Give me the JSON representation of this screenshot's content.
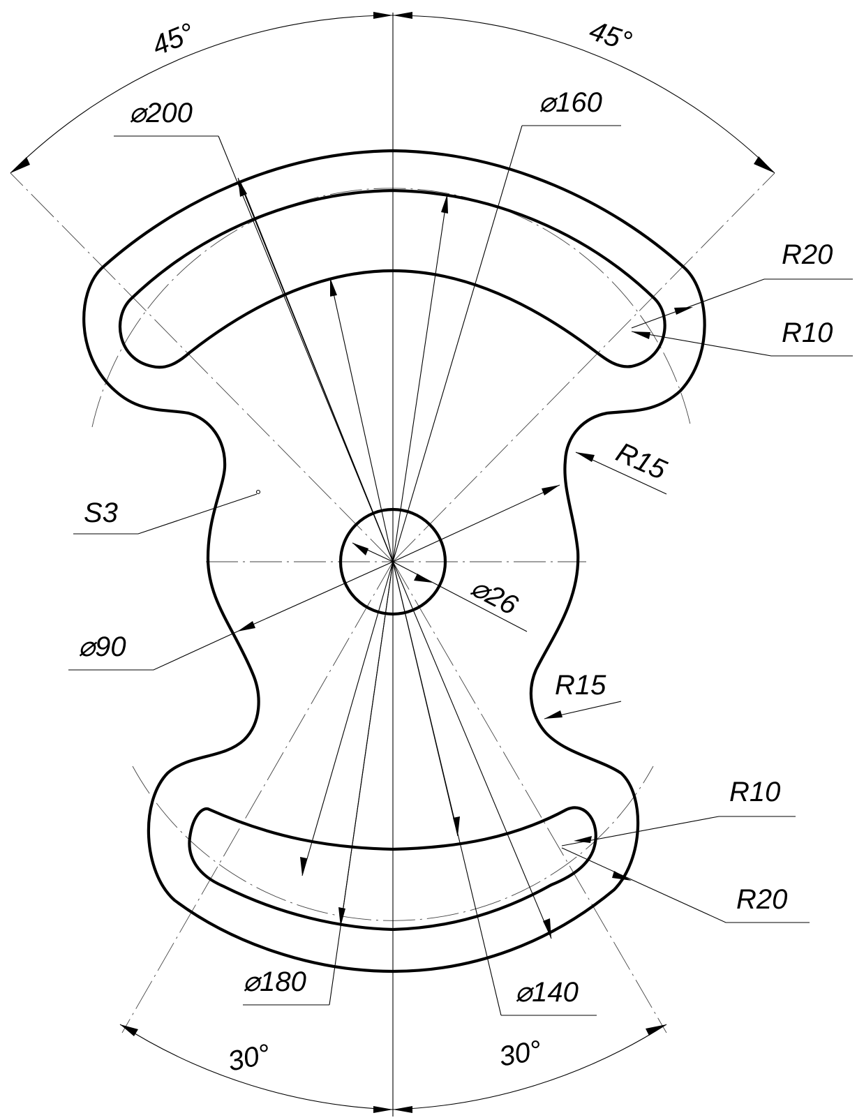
{
  "labels": {
    "angle_top_left": "45°",
    "angle_top_right": "45°",
    "dia200": "⌀200",
    "dia160": "⌀160",
    "r20_top": "R20",
    "r10_top": "R10",
    "r15_top": "R15",
    "thickness": "S3",
    "dia26": "⌀26",
    "dia90": "⌀90",
    "r15_bottom": "R15",
    "r10_bottom": "R10",
    "r20_bottom": "R20",
    "dia180": "⌀180",
    "dia140": "⌀140",
    "angle_bottom_left": "30°",
    "angle_bottom_right": "30°"
  }
}
